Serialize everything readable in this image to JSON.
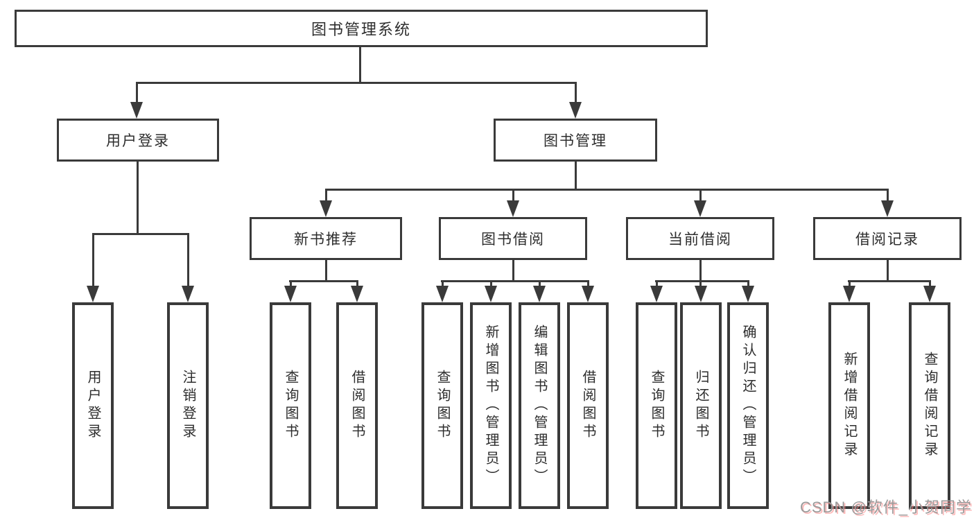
{
  "diagram": {
    "title_node": {
      "label": "图书管理系统"
    },
    "level2": [
      {
        "id": "user-login",
        "label": "用户登录",
        "parent": "图书管理系统"
      },
      {
        "id": "book-management",
        "label": "图书管理",
        "parent": "图书管理系统"
      }
    ],
    "level3": [
      {
        "id": "new-book-recommend",
        "label": "新书推荐",
        "parent": "图书管理"
      },
      {
        "id": "book-borrow",
        "label": "图书借阅",
        "parent": "图书管理"
      },
      {
        "id": "current-borrow",
        "label": "当前借阅",
        "parent": "图书管理"
      },
      {
        "id": "borrow-records",
        "label": "借阅记录",
        "parent": "图书管理"
      }
    ],
    "level4": [
      {
        "id": "leaf-user-login",
        "label": "用户登录",
        "parent": "用户登录"
      },
      {
        "id": "leaf-logout",
        "label": "注销登录",
        "parent": "用户登录"
      },
      {
        "id": "leaf-query-book-recommend",
        "label": "查询图书",
        "parent": "新书推荐"
      },
      {
        "id": "leaf-borrow-book-recommend",
        "label": "借阅图书",
        "parent": "新书推荐"
      },
      {
        "id": "leaf-query-book-borrow",
        "label": "查询图书",
        "parent": "图书借阅"
      },
      {
        "id": "leaf-add-book-admin",
        "label": "新增图书（管理员）",
        "parent": "图书借阅"
      },
      {
        "id": "leaf-edit-book-admin",
        "label": "编辑图书（管理员）",
        "parent": "图书借阅"
      },
      {
        "id": "leaf-borrow-book",
        "label": "借阅图书",
        "parent": "图书借阅"
      },
      {
        "id": "leaf-query-book-current",
        "label": "查询图书",
        "parent": "当前借阅"
      },
      {
        "id": "leaf-return-book",
        "label": "归还图书",
        "parent": "当前借阅"
      },
      {
        "id": "leaf-confirm-return-admin",
        "label": "确认归还（管理员）",
        "parent": "当前借阅"
      },
      {
        "id": "leaf-add-borrow-record",
        "label": "新增借阅记录",
        "parent": "借阅记录"
      },
      {
        "id": "leaf-query-borrow-record",
        "label": "查询借阅记录",
        "parent": "借阅记录"
      }
    ],
    "watermark": "CSDN @软件_小贺同学"
  },
  "colors": {
    "line": "#3a3a3a",
    "text": "#2d2d2d",
    "background": "#ffffff",
    "watermark_gray": "#9a9a9a",
    "watermark_shadow_pink": "#ff8282"
  }
}
